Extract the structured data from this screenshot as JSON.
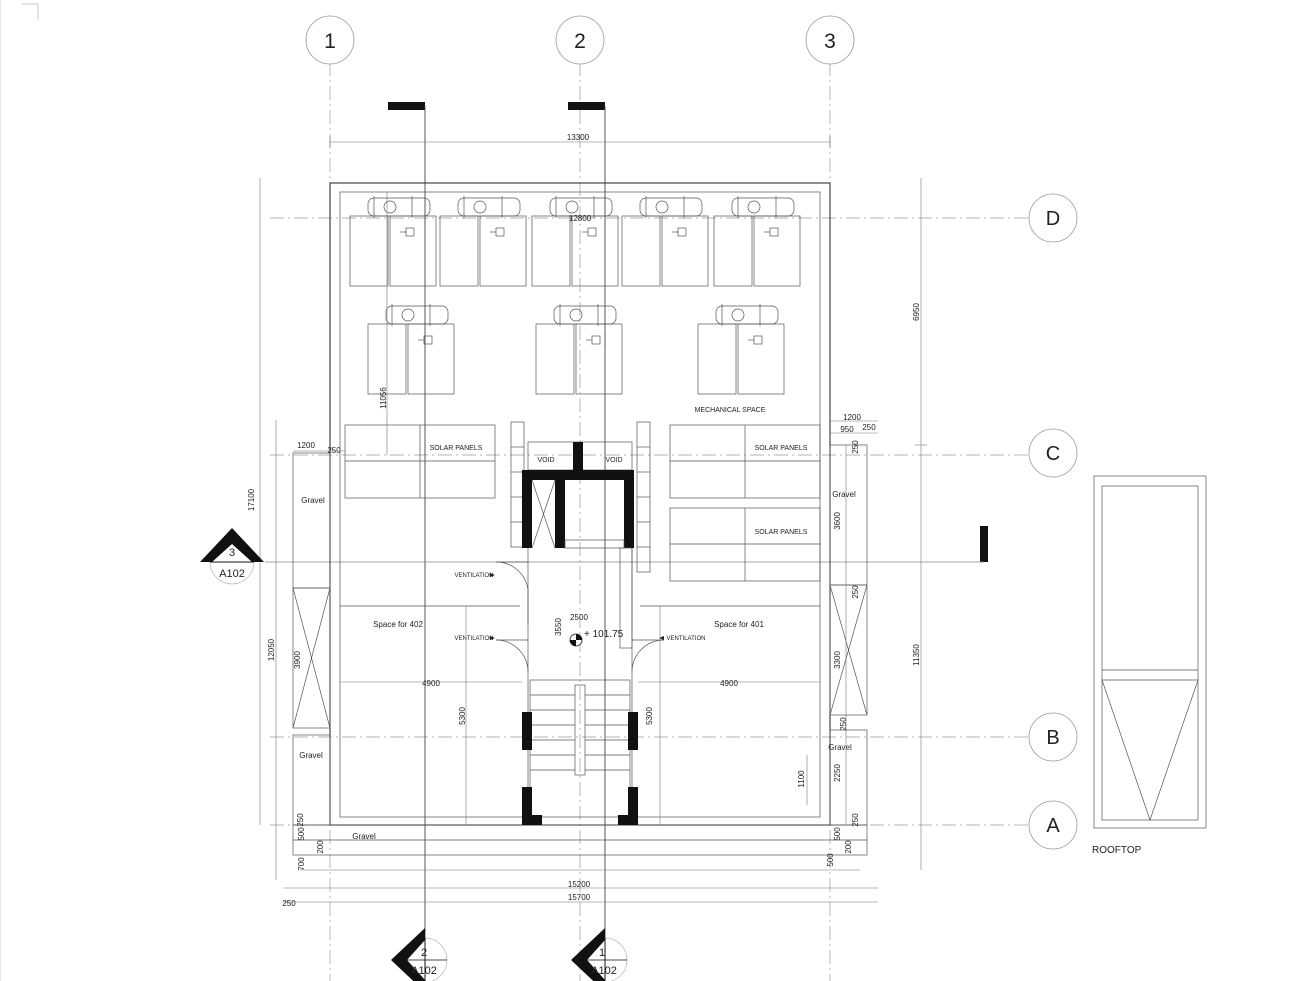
{
  "grid_columns": [
    "1",
    "2",
    "3"
  ],
  "grid_rows": [
    "D",
    "C",
    "B",
    "A"
  ],
  "dimensions": {
    "overall_top": "13300",
    "inner_top": "12800",
    "bottom_1": "15200",
    "bottom_2": "15700",
    "bottom_left": "250",
    "right_upper": "6950",
    "right_lower": "11350",
    "left_overall": "17100",
    "left_lower": "12050",
    "left_gravel_strip": "3900",
    "room_width_left": "4900",
    "room_width_right": "4900",
    "room_depth_left": "5300",
    "room_depth_right": "5300",
    "corridor_width": "2500",
    "corridor_depth": "3550",
    "mech_depth": "11056",
    "right_strip_1": "1200",
    "right_strip_2": "950",
    "right_strip_3": "250",
    "left_strip_1": "1200",
    "left_strip_2": "250",
    "right_solar_depth": "3600",
    "right_lower_strip": "3300",
    "right_gravel_depth": "2250",
    "right_small": "1100",
    "edge_250": "250",
    "edge_500": "500",
    "edge_200": "200",
    "edge_700": "700"
  },
  "labels": {
    "mechanical": "MECHANICAL SPACE",
    "solar_1": "SOLAR PANELS",
    "solar_2": "SOLAR PANELS",
    "solar_3": "SOLAR PANELS",
    "void_1": "VOID",
    "void_2": "VOID",
    "gravel_left_top": "Gravel",
    "gravel_left_bottom": "Gravel",
    "gravel_right_top": "Gravel",
    "gravel_right_bottom": "Gravel",
    "gravel_bottom": "Gravel",
    "space_402": "Space for 402",
    "space_401": "Space for 401",
    "ventilation_1": "VENTILATION",
    "ventilation_2": "VENTILATION",
    "ventilation_3": "VENTILATION",
    "level": "+ 101.75",
    "rooftop": "ROOFTOP"
  },
  "section_markers": [
    {
      "number": "3",
      "sheet": "A102"
    },
    {
      "number": "2",
      "sheet": "A102"
    },
    {
      "number": "1",
      "sheet": "A102"
    }
  ]
}
